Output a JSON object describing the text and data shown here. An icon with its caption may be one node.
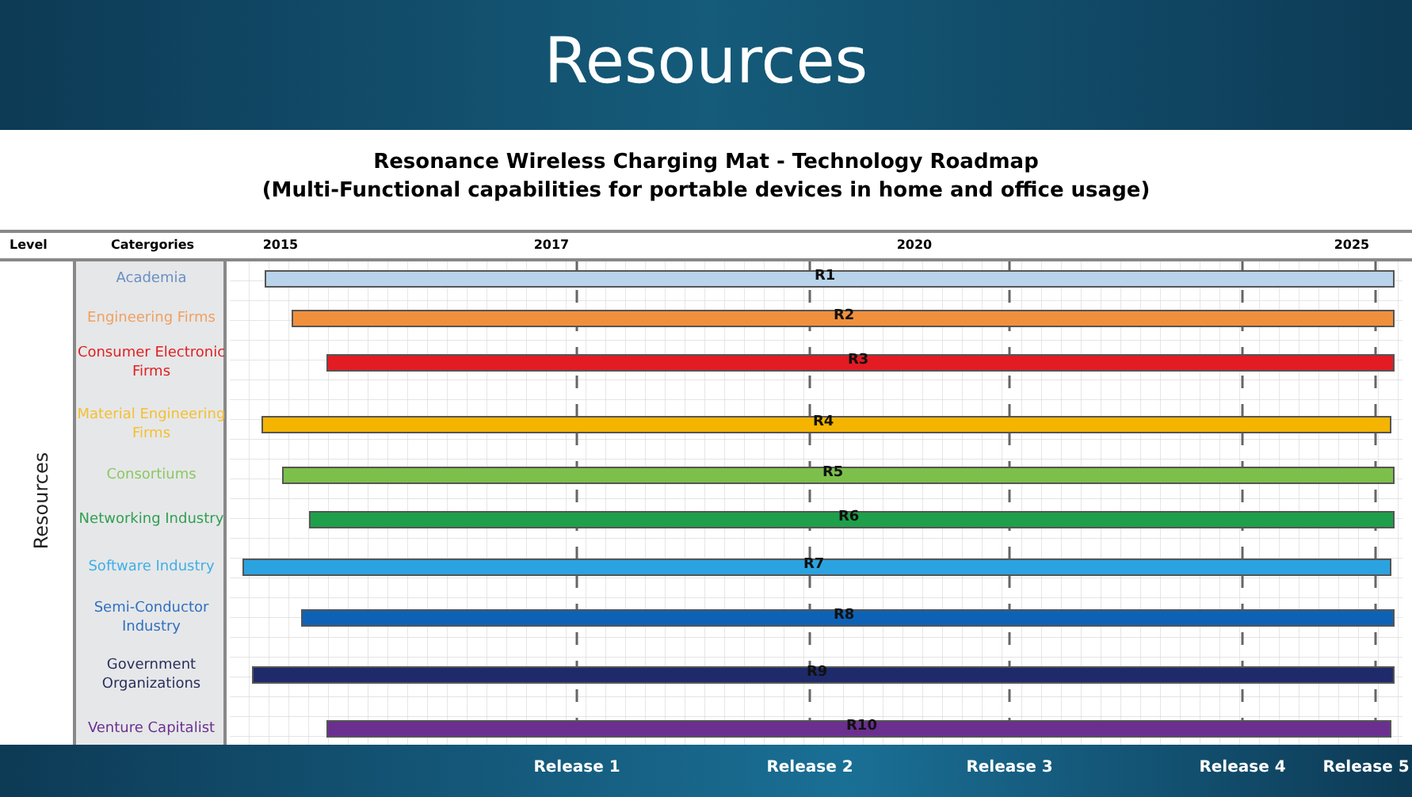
{
  "diagram": {
    "title": "Resources",
    "nodes": [
      {
        "text": [
          "R1"
        ]
      },
      {
        "text": [
          "R2"
        ]
      },
      {
        "text": [
          "R3"
        ]
      },
      {
        "text": [
          "R4"
        ]
      },
      {
        "text": [
          "R5"
        ]
      },
      {
        "text": [
          "R6"
        ]
      },
      {
        "text": [
          "R7"
        ]
      },
      {
        "text": [
          "R8"
        ]
      },
      {
        "text": [
          "R9"
        ]
      },
      {
        "text": [
          "R10"
        ]
      }
    ],
    "labels": [
      "Resonance Wireless Charging Mat - Technology Roadmap",
      "(Multi-Functional capabilities for portable devices in home and office usage)",
      "Level",
      "Catergories",
      "2015",
      "2017",
      "2020",
      "2025",
      "Resources",
      "Academia",
      "Engineering Firms",
      "Consumer Electronic Firms",
      "Material Engineering Firms",
      "Consortiums",
      "Networking Industry",
      "Software Industry",
      "Semi-Conductor Industry",
      "Government Organizations",
      "Venture Capitalist",
      "Release 1",
      "Release 2",
      "Release 3",
      "Release 4",
      "Release 5"
    ]
  }
}
